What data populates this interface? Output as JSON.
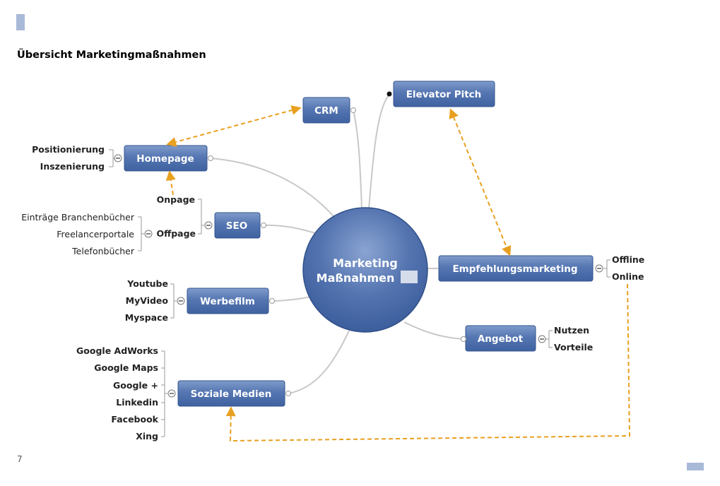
{
  "title": "Übersicht Marketingmaßnahmen",
  "page_number": "7",
  "colors": {
    "node": "#4a6ea9",
    "node_light": "#7f9bcb",
    "relation": "#e8a020",
    "branch_line": "#c8c8c8",
    "bracket": "#9a9a9a",
    "accent_bar": "#a9b9d8"
  },
  "center": {
    "line1": "Marketing",
    "line2": "Maßnahmen"
  },
  "topics": {
    "crm": "CRM",
    "elevator_pitch": "Elevator Pitch",
    "homepage": "Homepage",
    "seo": "SEO",
    "werbefilm": "Werbefilm",
    "soziale_medien": "Soziale Medien",
    "empfehlungsmarketing": "Empfehlungsmarketing",
    "angebot": "Angebot"
  },
  "homepage_children": [
    "Positionierung",
    "Inszenierung"
  ],
  "seo_children": {
    "onpage": "Onpage",
    "offpage": "Offpage"
  },
  "offpage_children": [
    "Einträge Branchenbücher",
    "Freelancerportale",
    "Telefonbücher"
  ],
  "werbefilm_children": [
    "Youtube",
    "MyVideo",
    "Myspace"
  ],
  "soziale_medien_children": [
    "Google AdWorks",
    "Google Maps",
    "Google +",
    "Linkedin",
    "Facebook",
    "Xing"
  ],
  "empfehlung_children": [
    "Offline",
    "Online"
  ],
  "angebot_children": [
    "Nutzen",
    "Vorteile"
  ]
}
